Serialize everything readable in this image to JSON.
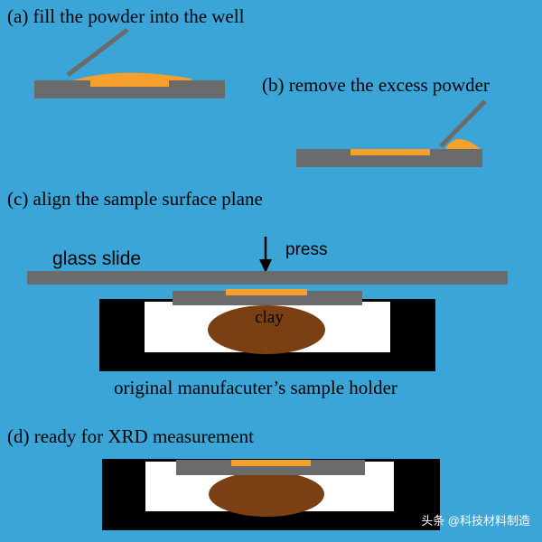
{
  "steps": {
    "a": "(a) fill the powder into the well",
    "b": "(b) remove the excess powder",
    "c": "(c) align the sample surface plane",
    "d": "(d) ready for XRD measurement"
  },
  "labels": {
    "glass_slide": "glass slide",
    "press": "press",
    "clay": "clay",
    "holder": "original manufacuter’s sample holder"
  },
  "watermark": {
    "text": "头条 @科技材料制造"
  },
  "colors": {
    "background": "#3ba5d8",
    "plate": "#6b6b6b",
    "powder": "#f5a02a",
    "clay": "#7a3f12",
    "holder": "#000000",
    "well": "#ffffff"
  }
}
